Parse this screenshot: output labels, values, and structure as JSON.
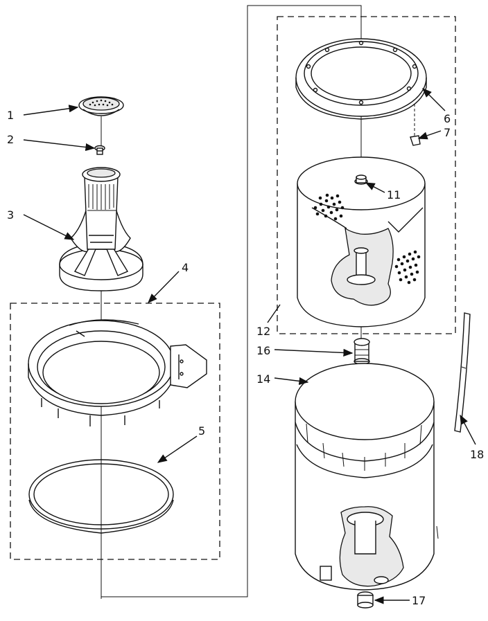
{
  "diagram": {
    "callouts": [
      {
        "id": "1",
        "label": "1"
      },
      {
        "id": "2",
        "label": "2"
      },
      {
        "id": "3",
        "label": "3"
      },
      {
        "id": "4",
        "label": "4"
      },
      {
        "id": "5",
        "label": "5"
      },
      {
        "id": "6",
        "label": "6"
      },
      {
        "id": "7",
        "label": "7"
      },
      {
        "id": "11",
        "label": "11"
      },
      {
        "id": "12",
        "label": "12"
      },
      {
        "id": "14",
        "label": "14"
      },
      {
        "id": "16",
        "label": "16"
      },
      {
        "id": "17",
        "label": "17"
      },
      {
        "id": "18",
        "label": "18"
      }
    ]
  }
}
